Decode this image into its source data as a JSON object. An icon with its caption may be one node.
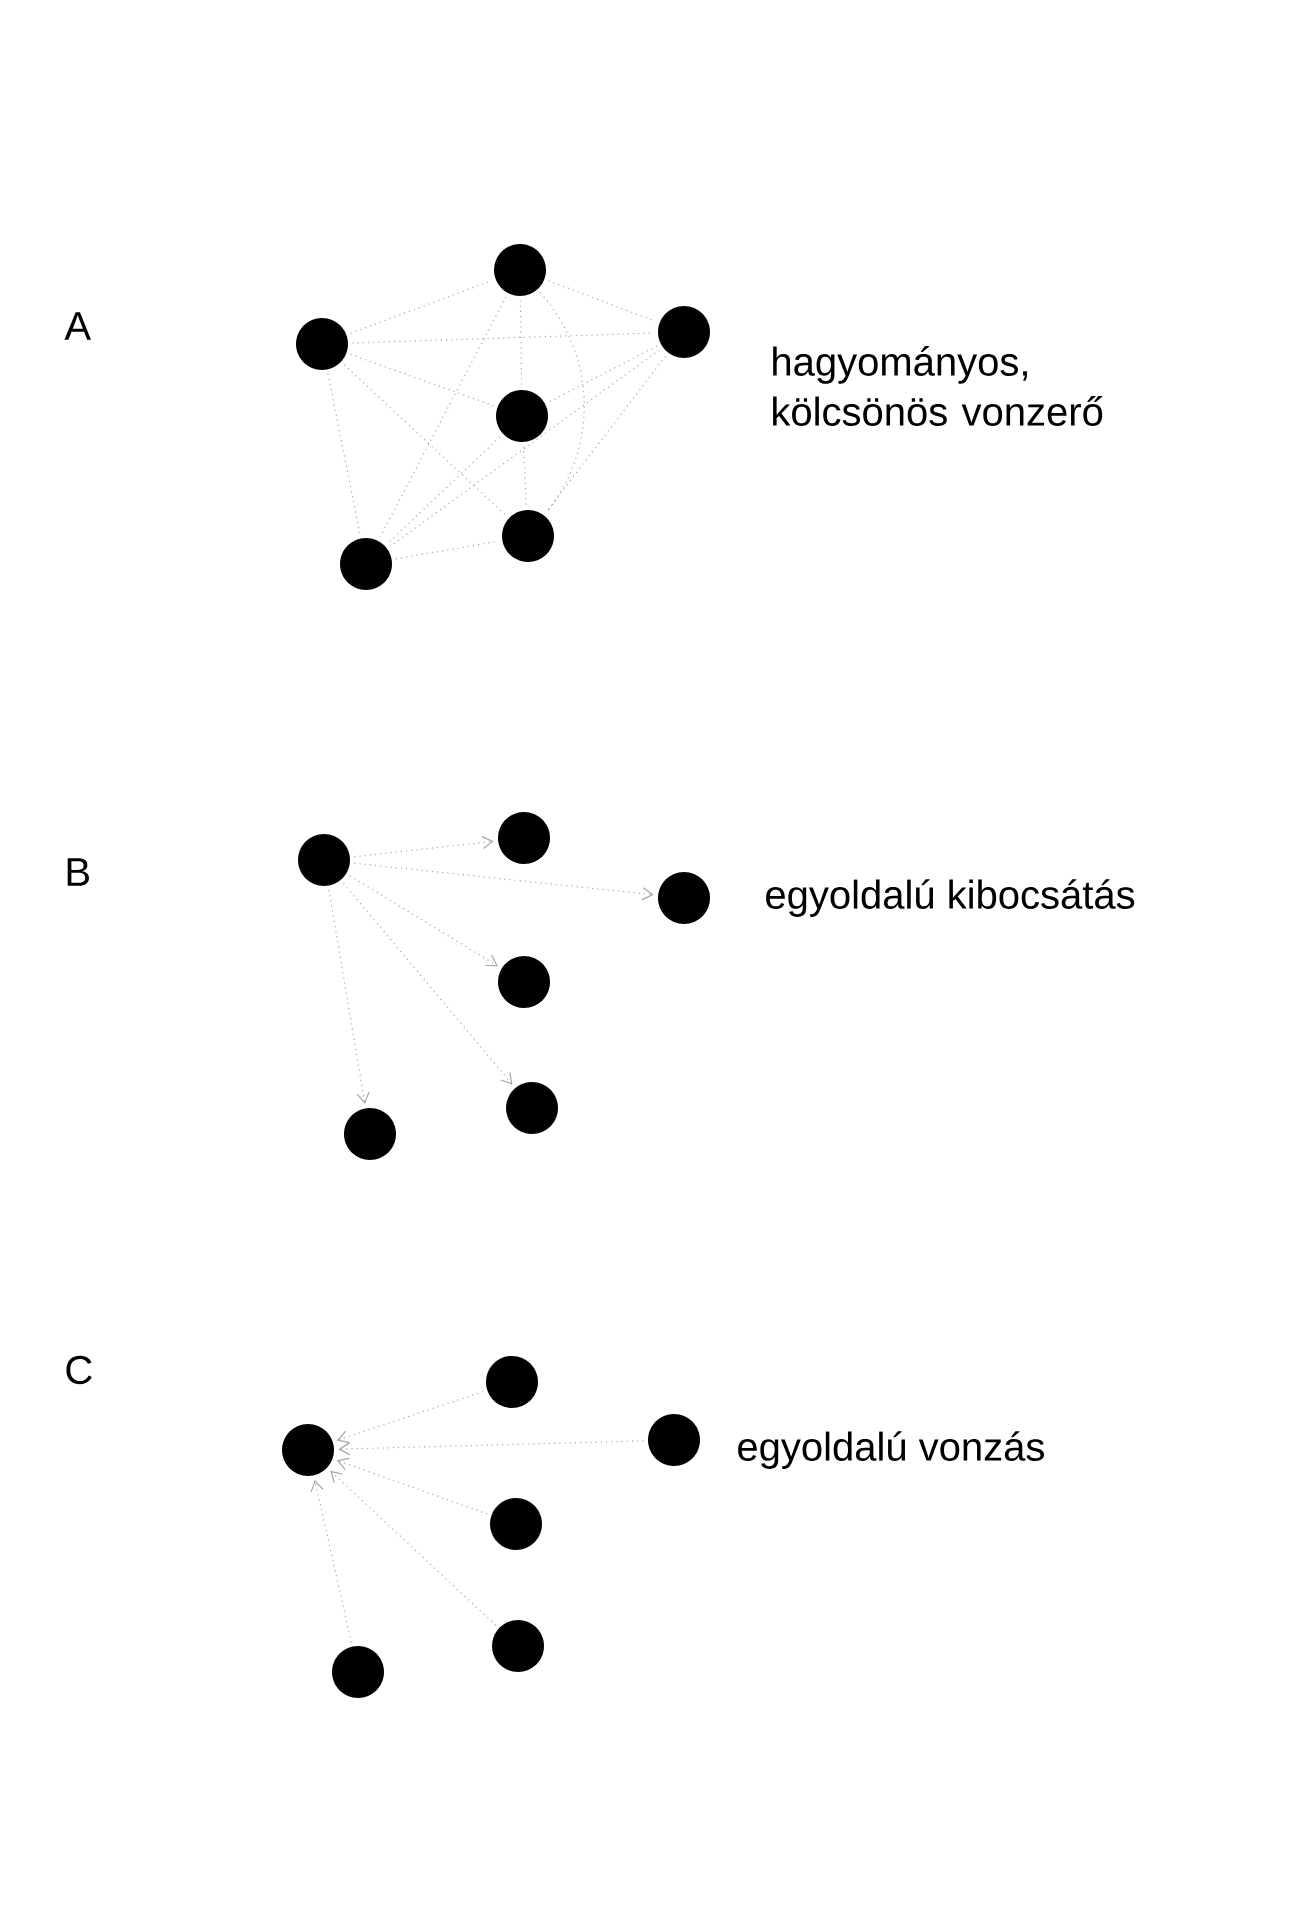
{
  "diagram": {
    "nodes": [
      {
        "text": [],
        "shape": "circle"
      },
      {
        "text": [],
        "shape": "circle"
      },
      {
        "text": [],
        "shape": "circle"
      },
      {
        "text": [],
        "shape": "circle"
      },
      {
        "text": [],
        "shape": "circle"
      },
      {
        "text": [],
        "shape": "circle"
      },
      {
        "text": [],
        "shape": "circle"
      },
      {
        "text": [],
        "shape": "circle"
      },
      {
        "text": [],
        "shape": "circle"
      },
      {
        "text": [],
        "shape": "circle"
      },
      {
        "text": [],
        "shape": "circle"
      },
      {
        "text": [],
        "shape": "circle"
      },
      {
        "text": [],
        "shape": "circle"
      },
      {
        "text": [],
        "shape": "circle"
      },
      {
        "text": [],
        "shape": "circle"
      },
      {
        "text": [],
        "shape": "circle"
      },
      {
        "text": [],
        "shape": "circle"
      },
      {
        "text": [],
        "shape": "circle"
      }
    ],
    "edges": [
      {
        "from": 0,
        "to": 1,
        "arrow": "none"
      },
      {
        "from": 0,
        "to": 2,
        "arrow": "none"
      },
      {
        "from": 0,
        "to": 3,
        "arrow": "none"
      },
      {
        "from": 0,
        "to": 4,
        "arrow": "none"
      },
      {
        "from": 0,
        "to": 5,
        "arrow": "none"
      },
      {
        "from": 1,
        "to": 2,
        "arrow": "none"
      },
      {
        "from": 1,
        "to": 3,
        "arrow": "none"
      },
      {
        "from": 1,
        "to": 4,
        "arrow": "none"
      },
      {
        "from": 1,
        "to": 5,
        "arrow": "none"
      },
      {
        "from": 2,
        "to": 3,
        "arrow": "none"
      },
      {
        "from": 2,
        "to": 4,
        "arrow": "none"
      },
      {
        "from": 2,
        "to": 5,
        "arrow": "none"
      },
      {
        "from": 3,
        "to": 4,
        "arrow": "none"
      },
      {
        "from": 3,
        "to": 5,
        "arrow": "none"
      },
      {
        "from": 4,
        "to": 5,
        "arrow": "none"
      },
      {
        "from": 6,
        "to": 7,
        "arrow": "to"
      },
      {
        "from": 6,
        "to": 8,
        "arrow": "to"
      },
      {
        "from": 6,
        "to": 9,
        "arrow": "to"
      },
      {
        "from": 6,
        "to": 10,
        "arrow": "to"
      },
      {
        "from": 6,
        "to": 11,
        "arrow": "to"
      },
      {
        "from": 13,
        "to": 12,
        "arrow": "to"
      },
      {
        "from": 14,
        "to": 12,
        "arrow": "to"
      },
      {
        "from": 15,
        "to": 12,
        "arrow": "to"
      },
      {
        "from": 16,
        "to": 12,
        "arrow": "to"
      },
      {
        "from": 17,
        "to": 12,
        "arrow": "to"
      }
    ],
    "labels": [
      "A",
      "hagyományos, kölcsönös vonzerő",
      "B",
      "egyoldalú kibocsátás",
      "C",
      "egyoldalú vonzás"
    ]
  }
}
